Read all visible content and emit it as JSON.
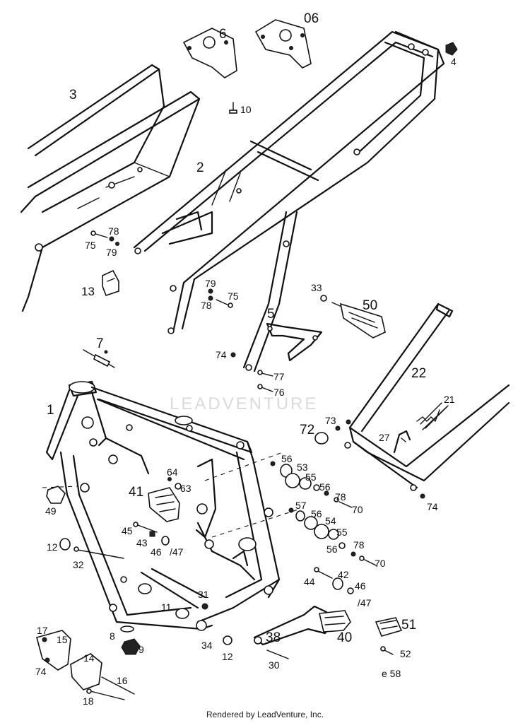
{
  "watermark": "LEADVENTURE",
  "footer": "Rendered by LeadVenture, Inc.",
  "callouts": [
    {
      "id": "p06",
      "text": "06"
    },
    {
      "id": "p6",
      "text": "6"
    },
    {
      "id": "p4",
      "text": "4"
    },
    {
      "id": "p3",
      "text": "3"
    },
    {
      "id": "p10",
      "text": "10"
    },
    {
      "id": "p2",
      "text": "2"
    },
    {
      "id": "p78a",
      "text": "78"
    },
    {
      "id": "p75a",
      "text": "75"
    },
    {
      "id": "p79a",
      "text": "79"
    },
    {
      "id": "p13",
      "text": "13"
    },
    {
      "id": "p79b",
      "text": "79"
    },
    {
      "id": "p78b",
      "text": "78"
    },
    {
      "id": "p75b",
      "text": "75"
    },
    {
      "id": "p33",
      "text": "33"
    },
    {
      "id": "p50",
      "text": "50"
    },
    {
      "id": "p5",
      "text": "5"
    },
    {
      "id": "p7",
      "text": "7"
    },
    {
      "id": "p74a",
      "text": "74"
    },
    {
      "id": "p77",
      "text": "77"
    },
    {
      "id": "p76",
      "text": "76"
    },
    {
      "id": "p22",
      "text": "22"
    },
    {
      "id": "p1",
      "text": "1"
    },
    {
      "id": "p21",
      "text": "21"
    },
    {
      "id": "p73",
      "text": "73"
    },
    {
      "id": "p72",
      "text": "72"
    },
    {
      "id": "p27",
      "text": "27"
    },
    {
      "id": "p56a",
      "text": "56"
    },
    {
      "id": "p53",
      "text": "53"
    },
    {
      "id": "p55a",
      "text": "55"
    },
    {
      "id": "p56b",
      "text": "56"
    },
    {
      "id": "p64",
      "text": "64"
    },
    {
      "id": "p63",
      "text": "63"
    },
    {
      "id": "p78c",
      "text": "78"
    },
    {
      "id": "p74b",
      "text": "74"
    },
    {
      "id": "p70a",
      "text": "70"
    },
    {
      "id": "p49",
      "text": "49"
    },
    {
      "id": "p41",
      "text": "41"
    },
    {
      "id": "p57",
      "text": "57"
    },
    {
      "id": "p56c",
      "text": "56"
    },
    {
      "id": "p54",
      "text": "54"
    },
    {
      "id": "p55b",
      "text": "55"
    },
    {
      "id": "p45",
      "text": "45"
    },
    {
      "id": "p43",
      "text": "43"
    },
    {
      "id": "p46a",
      "text": "46"
    },
    {
      "id": "p47a",
      "text": "/47"
    },
    {
      "id": "p56d",
      "text": "56"
    },
    {
      "id": "p78d",
      "text": "78"
    },
    {
      "id": "p70b",
      "text": "70"
    },
    {
      "id": "p12a",
      "text": "12"
    },
    {
      "id": "p32",
      "text": "32"
    },
    {
      "id": "p42",
      "text": "42"
    },
    {
      "id": "p44",
      "text": "44"
    },
    {
      "id": "p46b",
      "text": "46"
    },
    {
      "id": "p47b",
      "text": "/47"
    },
    {
      "id": "p31",
      "text": "31"
    },
    {
      "id": "p11",
      "text": "11"
    },
    {
      "id": "p51",
      "text": "51"
    },
    {
      "id": "p8",
      "text": "8"
    },
    {
      "id": "p9",
      "text": "9"
    },
    {
      "id": "p17",
      "text": "17"
    },
    {
      "id": "p15",
      "text": "15"
    },
    {
      "id": "p34",
      "text": "34"
    },
    {
      "id": "p38",
      "text": "38"
    },
    {
      "id": "p40",
      "text": "40"
    },
    {
      "id": "p52",
      "text": "52"
    },
    {
      "id": "p12b",
      "text": "12"
    },
    {
      "id": "p74c",
      "text": "74"
    },
    {
      "id": "p14",
      "text": "14"
    },
    {
      "id": "p30",
      "text": "30"
    },
    {
      "id": "p58",
      "text": "e 58"
    },
    {
      "id": "p16",
      "text": "16"
    },
    {
      "id": "p18",
      "text": "18"
    }
  ]
}
